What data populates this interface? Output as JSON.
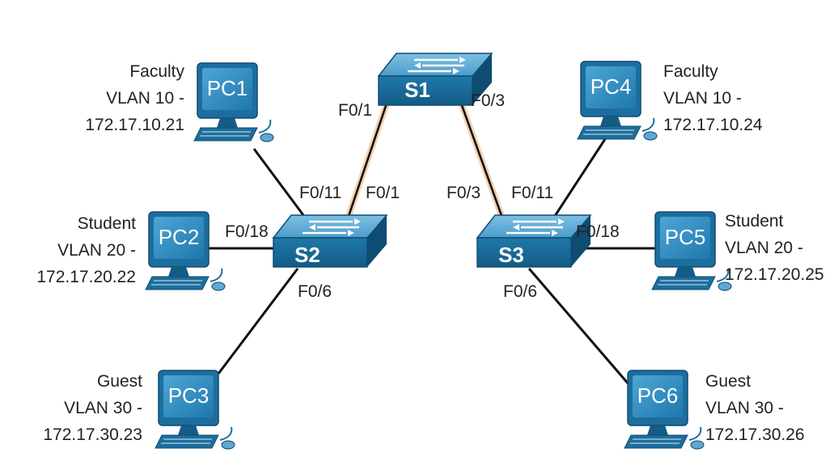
{
  "colors": {
    "link": "#111111",
    "trunk": "#111111",
    "trunk_glow": "#f0b07a",
    "device_blue": "#1d6e9e",
    "device_light": "#5ea9d2",
    "device_dark": "#0f4c72"
  },
  "switches": [
    {
      "id": "S1",
      "label": "S1"
    },
    {
      "id": "S2",
      "label": "S2"
    },
    {
      "id": "S3",
      "label": "S3"
    }
  ],
  "pcs": [
    {
      "id": "PC1",
      "label": "PC1",
      "group": "Faculty",
      "vlan": "VLAN 10 -",
      "ip": "172.17.10.21"
    },
    {
      "id": "PC2",
      "label": "PC2",
      "group": "Student",
      "vlan": "VLAN 20 -",
      "ip": "172.17.20.22"
    },
    {
      "id": "PC3",
      "label": "PC3",
      "group": "Guest",
      "vlan": "VLAN 30 -",
      "ip": "172.17.30.23"
    },
    {
      "id": "PC4",
      "label": "PC4",
      "group": "Faculty",
      "vlan": "VLAN 10 -",
      "ip": "172.17.10.24"
    },
    {
      "id": "PC5",
      "label": "PC5",
      "group": "Student",
      "vlan": "VLAN 20 -",
      "ip": "172.17.20.25"
    },
    {
      "id": "PC6",
      "label": "PC6",
      "group": "Guest",
      "vlan": "VLAN 30 -",
      "ip": "172.17.30.26"
    }
  ],
  "ports": {
    "s1_to_s2": "F0/1",
    "s1_to_s3": "F0/3",
    "s2_f011": "F0/11",
    "s2_f01": "F0/1",
    "s3_f03": "F0/3",
    "s3_f011": "F0/11",
    "s2_f018": "F0/18",
    "s3_f018": "F0/18",
    "s2_f06": "F0/6",
    "s3_f06": "F0/6"
  }
}
